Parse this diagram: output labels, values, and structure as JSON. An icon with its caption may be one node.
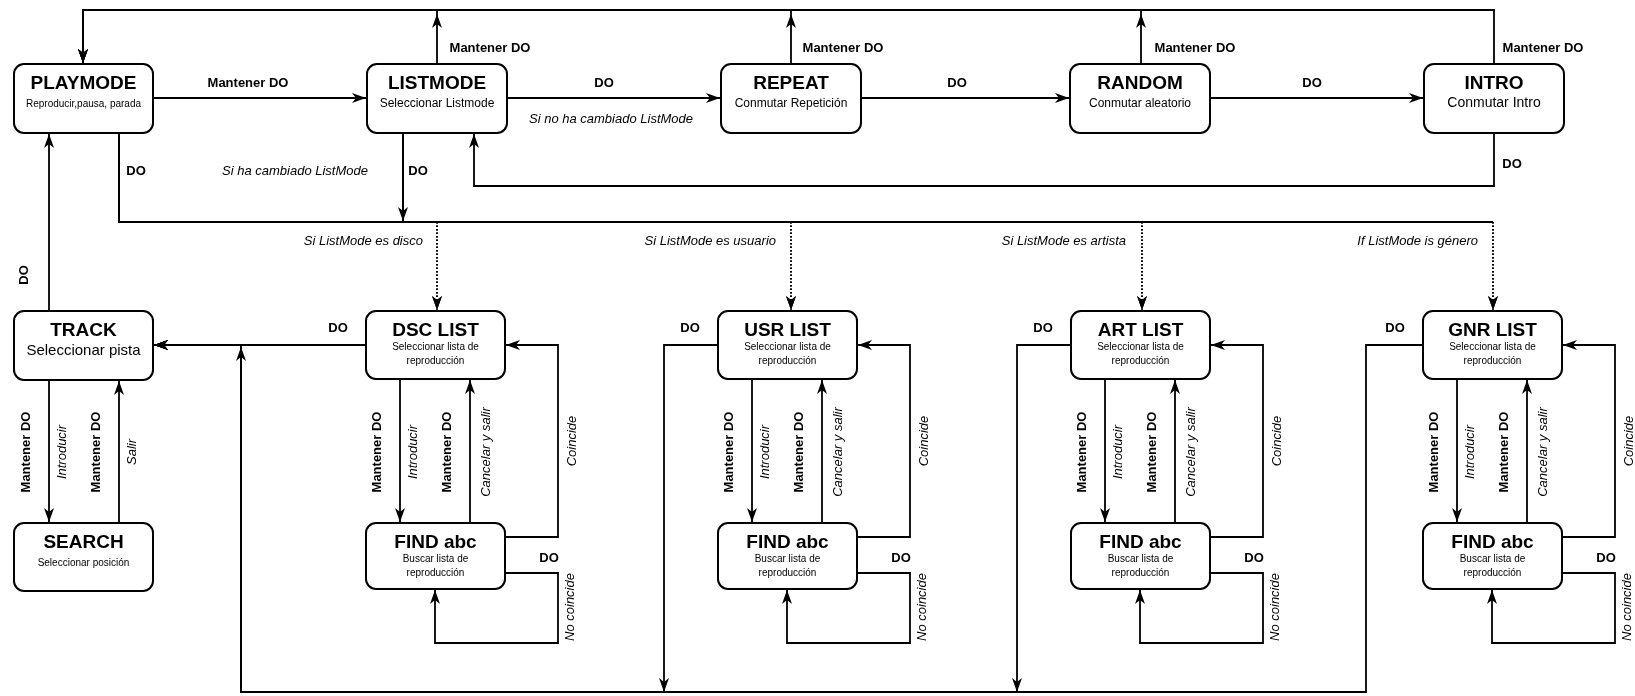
{
  "diagram": {
    "nodes": [
      {
        "text": [
          "PLAYMODE",
          "Reproducir,pausa, parada"
        ]
      },
      {
        "text": [
          "LISTMODE",
          "Seleccionar Listmode"
        ]
      },
      {
        "text": [
          "REPEAT",
          "Conmutar Repetición"
        ]
      },
      {
        "text": [
          "RANDOM",
          "Conmutar aleatorio"
        ]
      },
      {
        "text": [
          "INTRO",
          "Conmutar Intro"
        ]
      },
      {
        "text": [
          "TRACK",
          "Seleccionar pista"
        ]
      },
      {
        "text": [
          "DSC LIST",
          "Seleccionar lista de reproducción"
        ]
      },
      {
        "text": [
          "USR LIST",
          "Seleccionar lista de reproducción"
        ]
      },
      {
        "text": [
          "ART LIST",
          "Seleccionar lista de reproducción"
        ]
      },
      {
        "text": [
          "GNR LIST",
          "Seleccionar lista de reproducción"
        ]
      },
      {
        "text": [
          "SEARCH",
          "Seleccionar posición"
        ]
      },
      {
        "text": [
          "FIND abc",
          "Buscar lista de reproducción"
        ]
      },
      {
        "text": [
          "FIND abc",
          "Buscar lista de reproducción"
        ]
      },
      {
        "text": [
          "FIND abc",
          "Buscar lista de reproducción"
        ]
      },
      {
        "text": [
          "FIND abc",
          "Buscar lista de reproducción"
        ]
      }
    ],
    "edges": [
      {
        "from": 0,
        "to": 1,
        "arrow": "to",
        "label": "Mantener DO"
      },
      {
        "from": 1,
        "to": 2,
        "arrow": "to",
        "label": "DO"
      },
      {
        "from": 2,
        "to": 3,
        "arrow": "to",
        "label": "DO"
      },
      {
        "from": 3,
        "to": 4,
        "arrow": "to",
        "label": "DO"
      },
      {
        "from": 1,
        "to": 0,
        "arrow": "to",
        "label": "Mantener DO"
      },
      {
        "from": 2,
        "to": 0,
        "arrow": "to",
        "label": "Mantener DO"
      },
      {
        "from": 3,
        "to": 0,
        "arrow": "to",
        "label": "Mantener DO"
      },
      {
        "from": 4,
        "to": 0,
        "arrow": "to",
        "label": "Mantener DO"
      },
      {
        "from": 4,
        "to": 1,
        "arrow": "to",
        "label": "DO"
      },
      {
        "from": 0,
        "to": 6,
        "arrow": "to",
        "style": "dashed"
      },
      {
        "from": 0,
        "to": 7,
        "arrow": "to",
        "style": "dashed"
      },
      {
        "from": 0,
        "to": 8,
        "arrow": "to",
        "style": "dashed"
      },
      {
        "from": 0,
        "to": 9,
        "arrow": "to",
        "style": "dashed"
      },
      {
        "from": 1,
        "to": 6,
        "arrow": "to",
        "style": "dashed"
      },
      {
        "from": 1,
        "to": 7,
        "arrow": "to",
        "style": "dashed"
      },
      {
        "from": 1,
        "to": 8,
        "arrow": "to",
        "style": "dashed"
      },
      {
        "from": 1,
        "to": 9,
        "arrow": "to",
        "style": "dashed"
      },
      {
        "from": 5,
        "to": 0,
        "arrow": "to",
        "label": "DO"
      },
      {
        "from": 5,
        "to": 10,
        "arrow": "to",
        "label": "Mantener DO"
      },
      {
        "from": 10,
        "to": 5,
        "arrow": "to",
        "label": "Mantener DO"
      },
      {
        "from": 6,
        "to": 5,
        "arrow": "to",
        "label": "DO"
      },
      {
        "from": 7,
        "to": 5,
        "arrow": "to",
        "label": "DO"
      },
      {
        "from": 8,
        "to": 5,
        "arrow": "to",
        "label": "DO"
      },
      {
        "from": 9,
        "to": 5,
        "arrow": "to",
        "label": "DO"
      },
      {
        "from": 6,
        "to": 11,
        "arrow": "to",
        "label": "Mantener DO"
      },
      {
        "from": 11,
        "to": 6,
        "arrow": "to",
        "label": "Mantener DO"
      },
      {
        "from": 11,
        "to": 6,
        "arrow": "to",
        "label": "Coincide"
      },
      {
        "from": 11,
        "to": 11,
        "arrow": "to",
        "label": "DO"
      },
      {
        "from": 7,
        "to": 12,
        "arrow": "to",
        "label": "Mantener DO"
      },
      {
        "from": 12,
        "to": 7,
        "arrow": "to",
        "label": "Mantener DO"
      },
      {
        "from": 12,
        "to": 7,
        "arrow": "to",
        "label": "Coincide"
      },
      {
        "from": 12,
        "to": 12,
        "arrow": "to",
        "label": "DO"
      },
      {
        "from": 8,
        "to": 13,
        "arrow": "to",
        "label": "Mantener DO"
      },
      {
        "from": 13,
        "to": 8,
        "arrow": "to",
        "label": "Mantener DO"
      },
      {
        "from": 13,
        "to": 8,
        "arrow": "to",
        "label": "Coincide"
      },
      {
        "from": 13,
        "to": 13,
        "arrow": "to",
        "label": "DO"
      },
      {
        "from": 9,
        "to": 14,
        "arrow": "to",
        "label": "Mantener DO"
      },
      {
        "from": 14,
        "to": 9,
        "arrow": "to",
        "label": "Mantener DO"
      },
      {
        "from": 14,
        "to": 9,
        "arrow": "to",
        "label": "Coincide"
      },
      {
        "from": 14,
        "to": 14,
        "arrow": "to",
        "label": "DO"
      }
    ],
    "labels": [
      "Si no ha cambiado ListMode",
      "DO",
      "Si ha cambiado ListMode",
      "DO",
      "Si ListMode es disco",
      "Si ListMode es usuario",
      "Si ListMode es artista",
      "If ListMode is género",
      "Introducir",
      "Salir",
      "Introducir",
      "Cancelar y salir",
      "No coincide",
      "Introducir",
      "Cancelar y salir",
      "No coincide",
      "Introducir",
      "Cancelar y salir",
      "No coincide",
      "Introducir",
      "Cancelar y salir",
      "No coincide"
    ]
  }
}
